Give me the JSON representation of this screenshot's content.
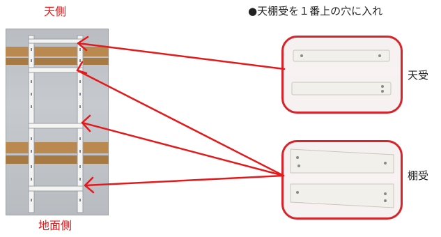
{
  "labels": {
    "top_side": "天側",
    "ground_side": "地面側",
    "instruction": "●天棚受を１番上の穴に入れ",
    "top_receiver": "天受",
    "shelf_receiver": "棚受"
  },
  "colors": {
    "accent_red": "#e31a1c",
    "panel_border": "#d8232a"
  }
}
